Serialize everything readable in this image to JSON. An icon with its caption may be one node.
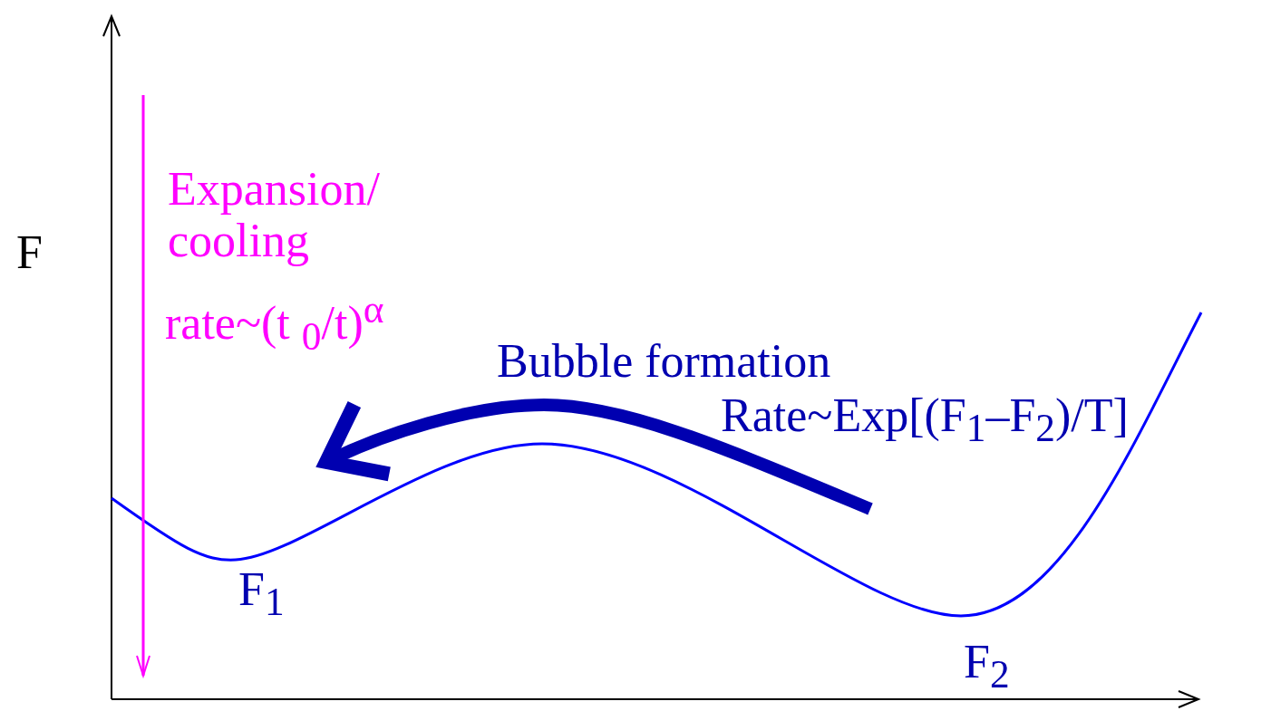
{
  "diagram": {
    "labels": [
      "F",
      "Expansion/ cooling",
      "rate~(t $_{0}$/t)$^{α}$",
      "Bubble formation",
      "Rate~Exp[(F$_{1}$–F$_{2}$)/T]",
      "F$_{1}$",
      "F$_{2}$"
    ]
  }
}
